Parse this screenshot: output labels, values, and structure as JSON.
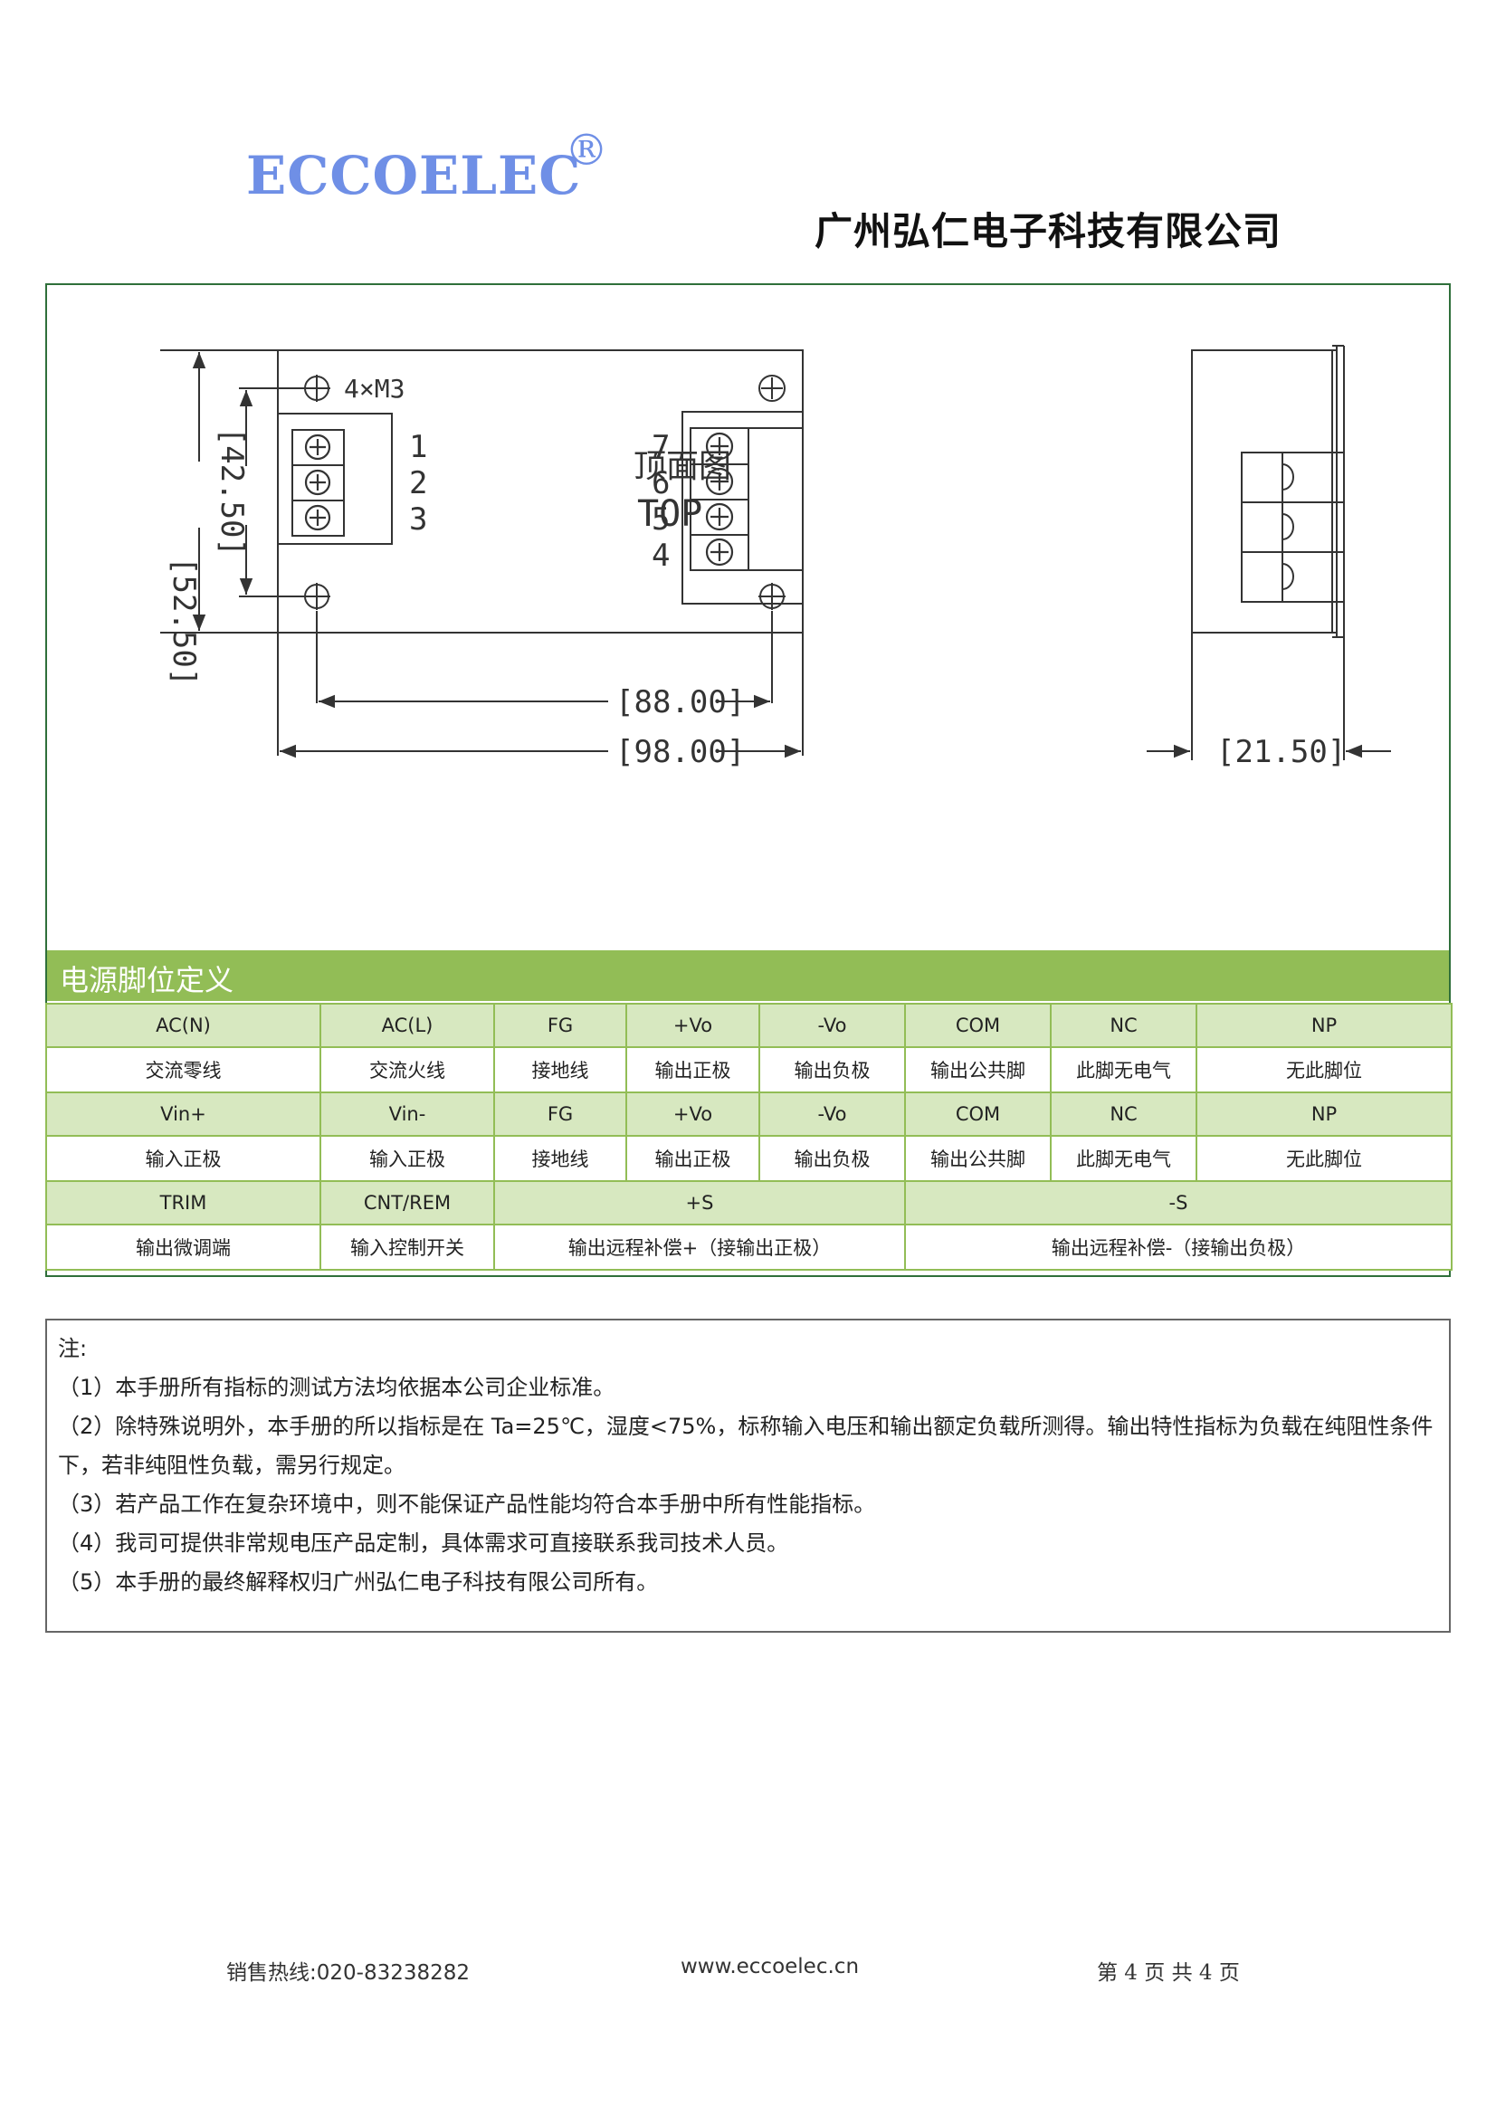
{
  "header": {
    "logo": "ECCOELEC",
    "logo_mark": "®",
    "company": "广州弘仁电子科技有限公司"
  },
  "drawing": {
    "mount_label": "4×M3",
    "top_view_cn": "顶面图",
    "top_view_en": "TOP",
    "dim_height_outer": "[52.50]",
    "dim_height_inner": "[42.50]",
    "dim_width_inner": "[88.00]",
    "dim_width_outer": "[98.00]",
    "dim_depth": "[21.50]",
    "pins_left": [
      "1",
      "2",
      "3"
    ],
    "pins_right": [
      "7",
      "6",
      "5",
      "4"
    ]
  },
  "pin_section": {
    "title": "电源脚位定义",
    "rows": [
      {
        "kind": "hdr",
        "cells": [
          "AC(N)",
          "AC(L)",
          "FG",
          "+Vo",
          "-Vo",
          "COM",
          "NC",
          "NP"
        ]
      },
      {
        "kind": "row",
        "cells": [
          "交流零线",
          "交流火线",
          "接地线",
          "输出正极",
          "输出负极",
          "输出公共脚",
          "此脚无电气",
          "无此脚位"
        ]
      },
      {
        "kind": "hdr",
        "cells": [
          "Vin+",
          "Vin-",
          "FG",
          "+Vo",
          "-Vo",
          "COM",
          "NC",
          "NP"
        ]
      },
      {
        "kind": "row",
        "cells": [
          "输入正极",
          "输入正极",
          "接地线",
          "输出正极",
          "输出负极",
          "输出公共脚",
          "此脚无电气",
          "无此脚位"
        ]
      },
      {
        "kind": "hdr",
        "cells": [
          "TRIM",
          "CNT/REM",
          "+S",
          "-S"
        ]
      },
      {
        "kind": "row",
        "cells": [
          "输出微调端",
          "输入控制开关",
          "输出远程补偿+（接输出正极）",
          "输出远程补偿-（接输出负极）"
        ]
      }
    ]
  },
  "notes": {
    "title": "注:",
    "items": [
      "（1）本手册所有指标的测试方法均依据本公司企业标准。",
      "（2）除特殊说明外，本手册的所以指标是在 Ta=25℃，湿度<75%，标称输入电压和输出额定负载所测得。输出特性指标为负载在纯阻性条件下，若非纯阻性负载，需另行规定。",
      "（3）若产品工作在复杂环境中，则不能保证产品性能均符合本手册中所有性能指标。",
      "（4）我司可提供非常规电压产品定制，具体需求可直接联系我司技术人员。",
      "（5）本手册的最终解释权归广州弘仁电子科技有限公司所有。"
    ]
  },
  "footer": {
    "hotline": "销售热线:020-83238282",
    "website": "www.eccoelec.cn",
    "page": "第 4 页 共 4 页"
  }
}
